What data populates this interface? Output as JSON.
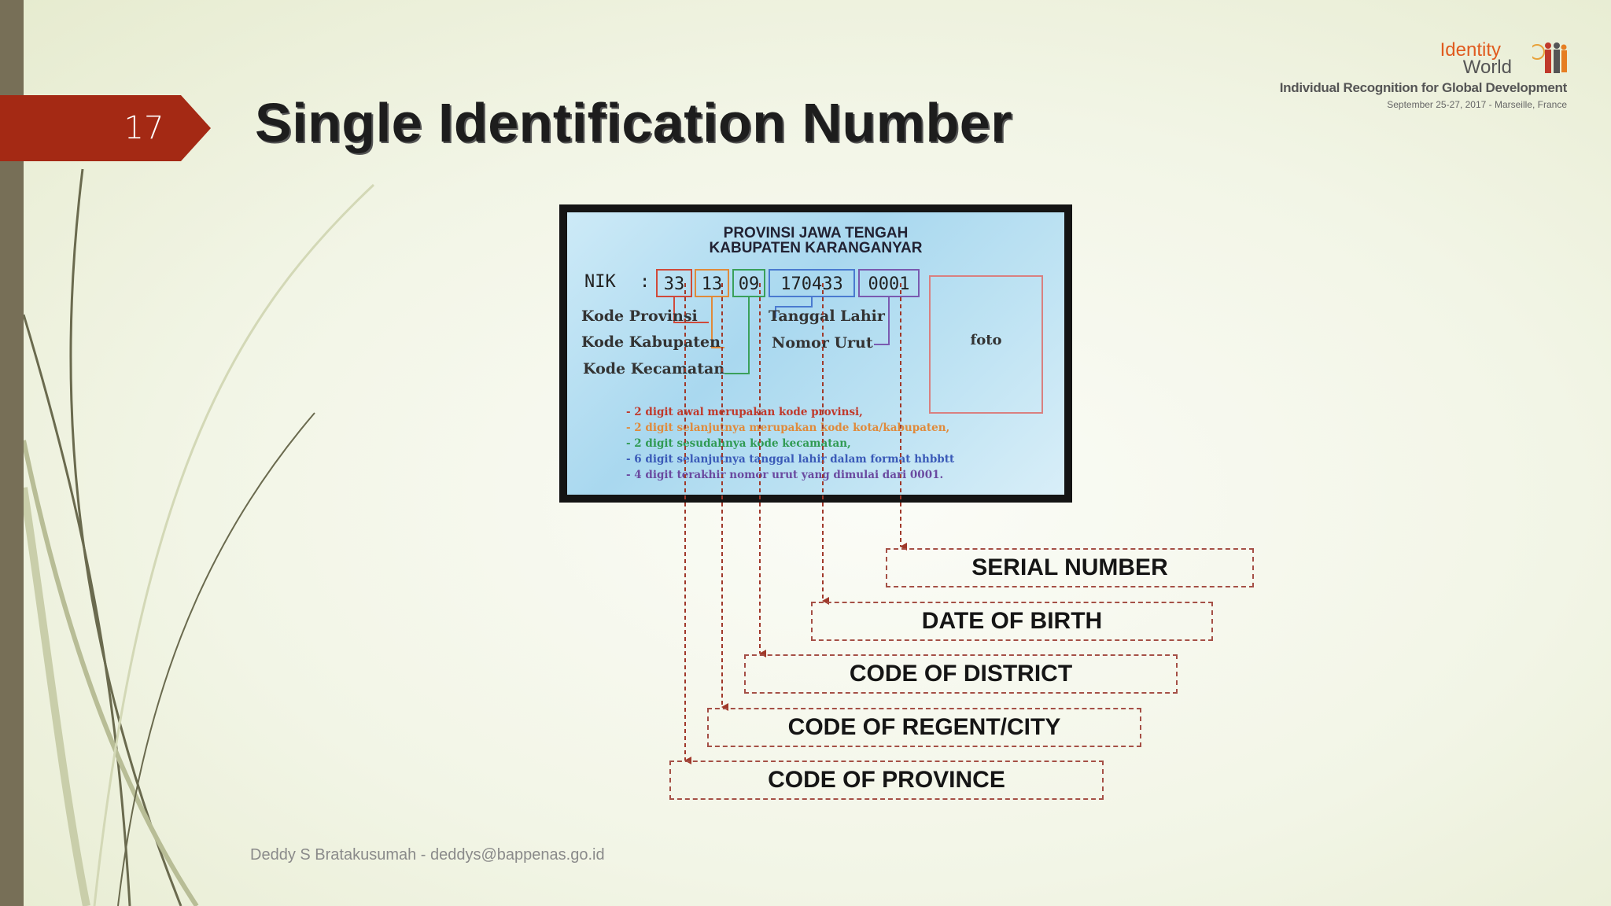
{
  "slide": {
    "number": "17",
    "title": "Single Identification Number",
    "footer": "Deddy S Bratakusumah - deddys@bappenas.go.id"
  },
  "logo": {
    "word1": "Identity",
    "word2": "World",
    "subtitle": "Individual Recognition for Global Development",
    "date": "September 25-27, 2017 - Marseille, France"
  },
  "card": {
    "province": "PROVINSI JAWA TENGAH",
    "regency": "KABUPATEN KARANGANYAR",
    "nik_label": "NIK",
    "nik_colon": ":",
    "nik_parts": [
      "33",
      "13",
      "09",
      "170433",
      "0001"
    ],
    "labels": {
      "kode_provinsi": "Kode Provinsi",
      "kode_kabupaten": "Kode Kabupaten",
      "kode_kecamatan": "Kode Kecamatan",
      "tanggal_lahir": "Tanggal Lahir",
      "nomor_urut": "Nomor Urut",
      "foto": "foto"
    },
    "notes": [
      "- 2 digit awal merupakan kode provinsi,",
      "- 2 digit selanjutnya merupakan kode kota/kabupaten,",
      "- 2 digit sesudahnya kode kecamatan,",
      "- 6 digit selanjutnya tanggal lahir dalam format hhbbtt",
      "- 4 digit terakhir nomor urut yang dimulai dari 0001."
    ]
  },
  "legend": {
    "serial_number": "SERIAL NUMBER",
    "date_of_birth": "DATE OF BIRTH",
    "code_of_district": "CODE OF DISTRICT",
    "code_of_regent_city": "CODE OF REGENT/CITY",
    "code_of_province": "CODE OF PROVINCE"
  },
  "colors": {
    "accent_red": "#a42914",
    "sidebar": "#776f57",
    "box_province": "#d04a3a",
    "box_regency": "#e08a3a",
    "box_district": "#3aa05a",
    "box_dob": "#4a7ad0",
    "box_serial": "#7a5ab0",
    "connector": "#a0392a"
  }
}
